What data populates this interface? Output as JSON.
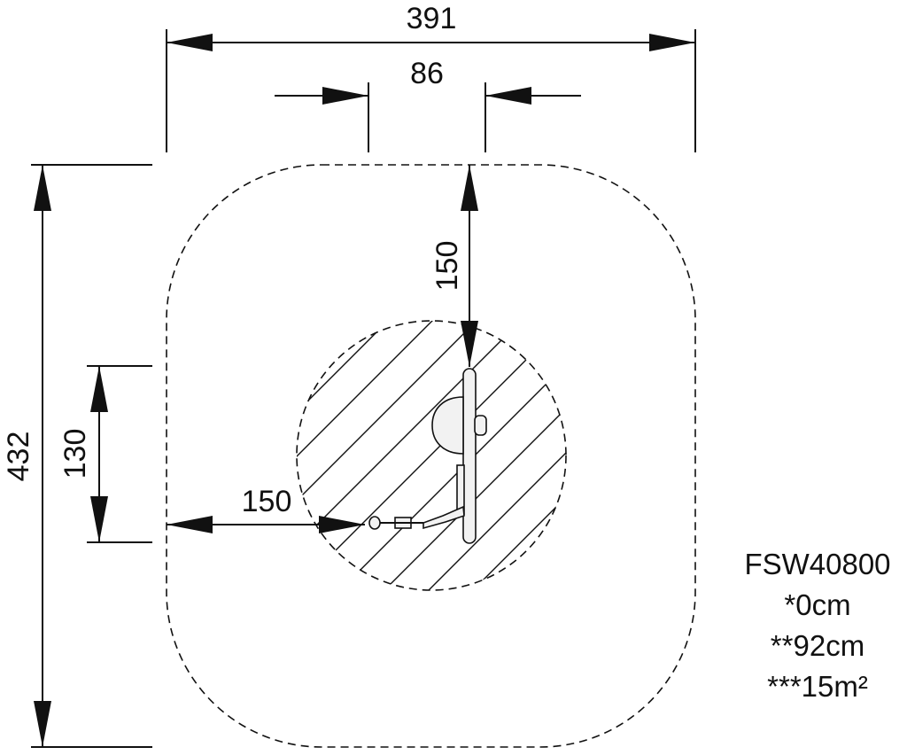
{
  "dimensions": {
    "overall_width": "391",
    "post_width": "86",
    "top_clearance": "150",
    "overall_height": "432",
    "side_height": "130",
    "side_clearance": "150"
  },
  "spec": {
    "model": "FSW40800",
    "line1": "*0cm",
    "line2": "**92cm",
    "line3": "***15m²"
  }
}
